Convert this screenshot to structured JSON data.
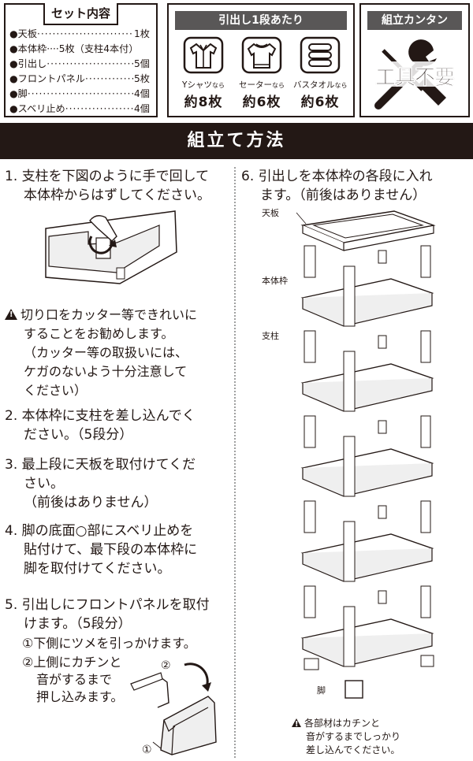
{
  "set_contents": {
    "title": "セット内容",
    "items": [
      {
        "name": "●天板",
        "qty": "1枚"
      },
      {
        "name": "●本体枠····5枚（支柱4本付）",
        "qty": ""
      },
      {
        "name": "●引出し",
        "qty": "5個"
      },
      {
        "name": "●フロントパネル",
        "qty": "5枚"
      },
      {
        "name": "●脚",
        "qty": "4個"
      },
      {
        "name": "●スベリ止め",
        "qty": "4個"
      }
    ]
  },
  "per_drawer": {
    "title": "引出し1段あたり",
    "items": [
      {
        "icon": "shirt-icon",
        "label": "Yシャツ",
        "suffix": "なら",
        "count": "約8枚"
      },
      {
        "icon": "sweater-icon",
        "label": "セーター",
        "suffix": "なら",
        "count": "約6枚"
      },
      {
        "icon": "towel-icon",
        "label": "バスタオル",
        "suffix": "なら",
        "count": "約6枚"
      }
    ]
  },
  "easy_assembly": {
    "title": "組立カンタン",
    "badge": "工具不要",
    "icon": "tools-icon"
  },
  "header": {
    "title": "組立て方法"
  },
  "steps": {
    "s1": [
      "1. 支柱を下図のように手で回して",
      "本体枠からはずしてください。"
    ],
    "warn": [
      "切り口をカッター等できれいに",
      "することをお勧めします。",
      "（カッター等の取扱いには、",
      "ケガのないよう十分注意して",
      "ください）"
    ],
    "s2": [
      "2. 本体枠に支柱を差し込んでく",
      "ださい。（5段分）"
    ],
    "s3": [
      "3. 最上段に天板を取付けてくだ",
      "さい。",
      "（前後はありません）"
    ],
    "s4": [
      "4. 脚の底面○部にスベリ止めを",
      "貼付けて、最下段の本体枠に",
      "脚を取付けてください。"
    ],
    "s5": [
      "5. 引出しにフロントパネルを取付",
      "けます。（5段分）"
    ],
    "s5a": "①下側にツメを引っかけます。",
    "s5b": [
      "②上側にカチンと",
      "音がするまで",
      "押し込みます。"
    ],
    "s6": [
      "6. 引出しを本体枠の各段に入れ",
      "ます。（前後はありません）"
    ],
    "warn2": [
      "各部材はカチンと",
      "音がするまでしっかり",
      "差し込んでください。"
    ]
  },
  "labels": {
    "top_panel": "天板",
    "frame": "本体枠",
    "post": "支柱",
    "leg": "脚",
    "mark_1": "①",
    "mark_2": "②"
  }
}
